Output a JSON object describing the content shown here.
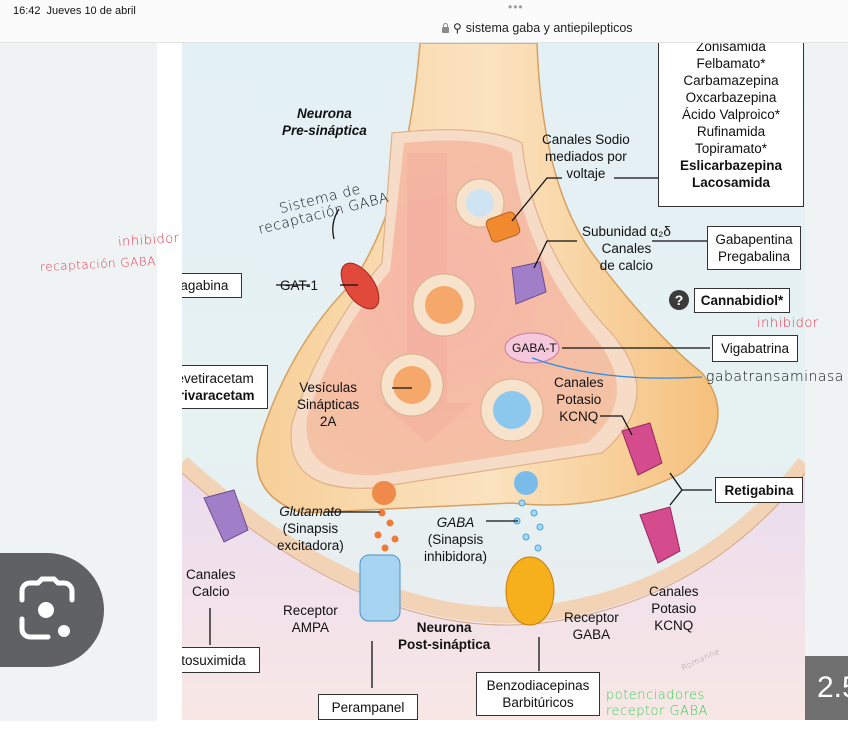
{
  "status_bar": {
    "time": "16:42",
    "date": "Jueves 10 de abril",
    "more_dots": "•••",
    "search_query": "sistema gaba y antiepilepticos"
  },
  "viewer": {
    "page_indicator_partial": "2.5",
    "lens_button": "google-lens-icon"
  },
  "diagram": {
    "presynaptic_title": [
      "Neurona",
      "Pre-sináptica"
    ],
    "postsynaptic_title": [
      "Neurona",
      "Post-sináptica"
    ],
    "sodium_drugs": [
      "Zonisamida",
      "Felbamato*",
      "Carbamazepina",
      "Oxcarbazepina",
      "Ácido Valproico*",
      "Rufinamida",
      "Topiramato*"
    ],
    "sodium_drugs_bold": [
      "Eslicarbazepina",
      "Lacosamida"
    ],
    "sodium_channel_label": [
      "Canales Sodio",
      "mediados por",
      "voltaje"
    ],
    "alpha2delta_label": [
      "Subunidad α₂δ",
      "Canales",
      "de calcio"
    ],
    "gabapentin_box": [
      "Gabapentina",
      "Pregabalina"
    ],
    "cannabidiol_box": "Cannabidiol*",
    "question_mark": "?",
    "tiagabina_box": "Tiagabina",
    "gat1_label": "GAT-1",
    "gaba_t_label": "GABA-T",
    "vigabatrina_box": "Vigabatrina",
    "levetiracetam_box": {
      "regular": "Levetiracetam",
      "bold": "Brivaracetam"
    },
    "vesicles_label": [
      "Vesículas",
      "Sinápticas",
      "2A"
    ],
    "kcnq_pre_label": [
      "Canales",
      "Potasio",
      "KCNQ"
    ],
    "retigabina_box": "Retigabina",
    "glutamate_label": {
      "italic": "Glutamato",
      "rest": [
        "(Sinapsis",
        "excitadora)"
      ]
    },
    "gaba_label": {
      "italic": "GABA",
      "rest": [
        "(Sinapsis",
        "inhibidora)"
      ]
    },
    "calcium_channel_label": [
      "Canales",
      "Calcio"
    ],
    "ampa_label": [
      "Receptor",
      "AMPA"
    ],
    "gaba_receptor_label": [
      "Receptor",
      "GABA"
    ],
    "kcnq_post_label": [
      "Canales",
      "Potasio",
      "KCNQ"
    ],
    "etosuximida_box": "Etosuximida",
    "perampanel_box": "Perampanel",
    "benzo_box": [
      "Benzodiacepinas",
      "Barbitúricos"
    ]
  },
  "handwritten_notes": {
    "reuptake_system": [
      "Sistema de",
      "recaptación GABA"
    ],
    "tiagabina_note": [
      "inhibidor",
      "recaptación GABA"
    ],
    "vigabatrina_note": "inhibidor",
    "gaba_t_note": "gabatransaminasa",
    "benzo_note": [
      "potenciadores",
      "receptor GABA"
    ],
    "signature": "Romanne"
  },
  "colors": {
    "annotation_red": "#e8364f",
    "annotation_green": "#3cd05a",
    "annotation_blue": "#2f8de4"
  }
}
